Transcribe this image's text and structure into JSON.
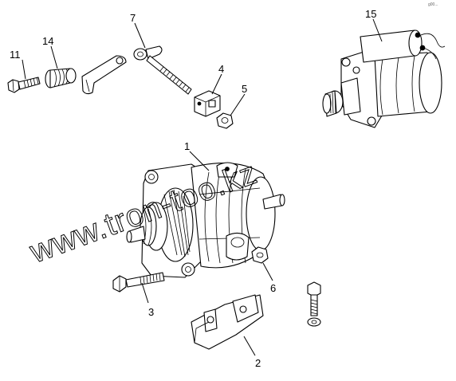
{
  "callouts": {
    "c1": "1",
    "c2": "2",
    "c3": "3",
    "c4": "4",
    "c5": "5",
    "c6": "6",
    "c7": "7",
    "c11": "11",
    "c14": "14",
    "c15": "15"
  },
  "watermark": "www.tron-too.kz",
  "corner_mark": "g00..."
}
